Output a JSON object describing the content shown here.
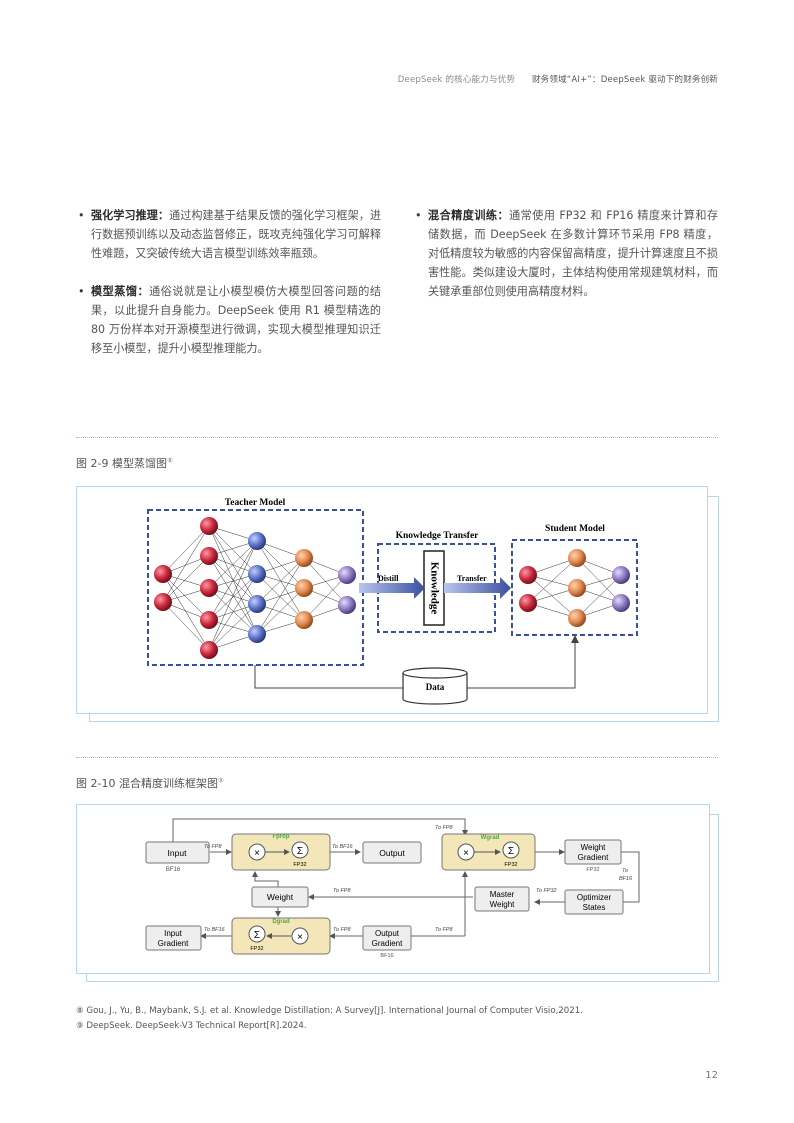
{
  "header": {
    "section": "DeepSeek 的核心能力与优势",
    "chapter": "财务领域“AI+”：DeepSeek 驱动下的财务创新"
  },
  "left_column": [
    {
      "term": "强化学习推理：",
      "text": "通过构建基于结果反馈的强化学习框架，进行数据预训练以及动态监督修正，既攻克纯强化学习可解释性难题，又突破传统大语言模型训练效率瓶颈。"
    },
    {
      "term": "模型蒸馏：",
      "text": "通俗说就是让小模型模仿大模型回答问题的结果，以此提升自身能力。DeepSeek 使用 R1 模型精选的 80 万份样本对开源模型进行微调，实现大模型推理知识迁移至小模型，提升小模型推理能力。"
    }
  ],
  "right_column": [
    {
      "term": "混合精度训练：",
      "text": "通常使用 FP32 和 FP16 精度来计算和存储数据，而 DeepSeek 在多数计算环节采用 FP8 精度，对低精度较为敏感的内容保留高精度，提升计算速度且不损害性能。类似建设大厦时，主体结构使用常规建筑材料，而关键承重部位则使用高精度材料。"
    }
  ],
  "figure1": {
    "caption": "图 2-9 模型蒸馏图",
    "ref": "⑧",
    "teacher_label": "Teacher Model",
    "transfer_label": "Knowledge Transfer",
    "student_label": "Student Model",
    "knowledge_label": "Knowledge",
    "distill_label": "Distill",
    "transfer_arrow_label": "Transfer",
    "data_label": "Data"
  },
  "figure2": {
    "caption": "图 2-10 混合精度训练框架图",
    "ref": "⑨",
    "input": "Input",
    "input_sub": "BF16",
    "fprop": "Fprop",
    "wgrad": "Wgrad",
    "dgrad": "Dgrad",
    "fp32": "FP32",
    "output": "Output",
    "weight_gradient_1": "Weight",
    "weight_gradient_2": "Gradient",
    "weight_gradient_sub": "FP32",
    "weight": "Weight",
    "master_weight_1": "Master",
    "master_weight_2": "Weight",
    "optimizer_states_1": "Optimizer",
    "optimizer_states_2": "States",
    "input_gradient_1": "Input",
    "input_gradient_2": "Gradient",
    "output_gradient_1": "Output",
    "output_gradient_2": "Gradient",
    "output_gradient_sub": "BF16",
    "to_fp8": "To FP8",
    "to_bf16": "To BF16",
    "to_fp32": "To FP32",
    "to": "To",
    "bf16": "BF16",
    "sigma": "Σ",
    "times": "×"
  },
  "footnotes": [
    "⑧ Gou, J., Yu, B., Maybank, S.J. et al. Knowledge Distillation: A Survey[J]. International Journal of Computer Visio,2021.",
    "⑨ DeepSeek. DeepSeek-V3 Technical Report[R].2024."
  ],
  "page_number": "12",
  "colors": {
    "accent_border": "#b9d6e8",
    "red_node": "#c8283c",
    "blue_node": "#5a72c8",
    "orange_node": "#e08850",
    "purple_node": "#8c7ac0",
    "dash_blue": "#3a4fa0",
    "yellow_box": "#f3e6b8"
  }
}
